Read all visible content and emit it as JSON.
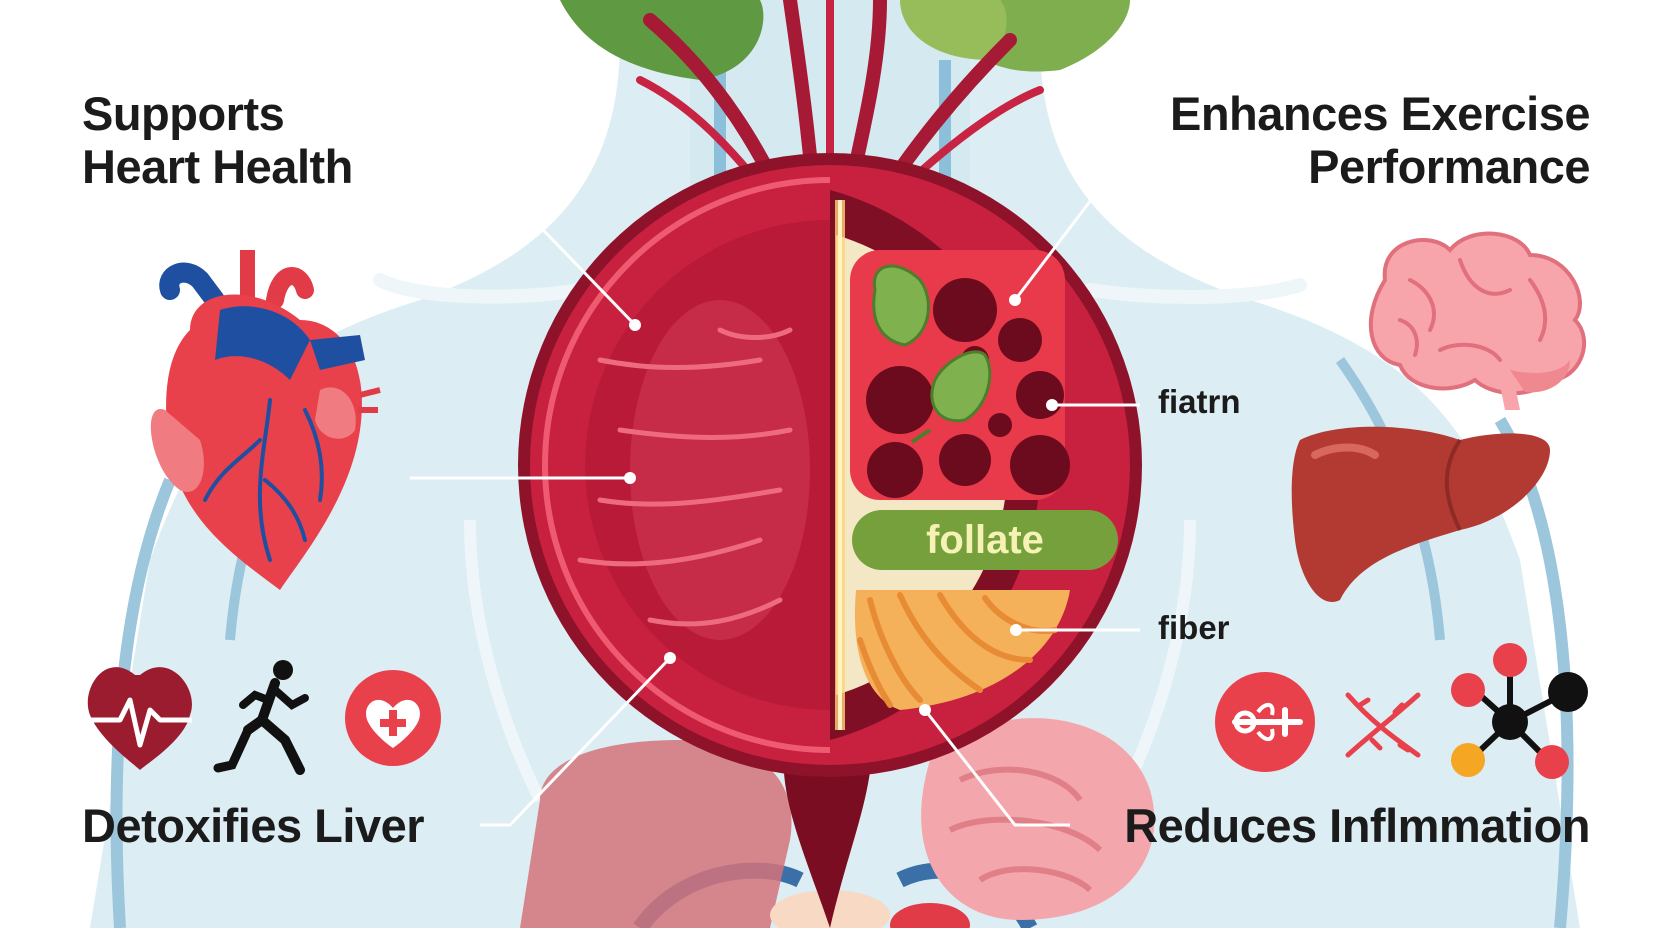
{
  "labels": {
    "heart": [
      "Supports",
      "Heart Health"
    ],
    "exercise": [
      "Enhances Exercise",
      "Performance"
    ],
    "liver": "Detoxifies Liver",
    "inflammation": "Reduces Inflmmation",
    "nutrient_top": "fiatrn",
    "nutrient_mid": "follate",
    "nutrient_bottom": "fiber"
  },
  "colors": {
    "beet_red": "#c8203f",
    "beet_dark": "#7a0d22",
    "leaf_green": "#6aa23e",
    "body_blue": "#d7ecf2",
    "vessel_blue": "#8cbfd9",
    "heart_red": "#e8414b",
    "heart_blue": "#1f4fa0",
    "liver_brown": "#b23a32",
    "text_dark": "#1b1b1b"
  },
  "icons": [
    "heart-organ-icon",
    "brain-icon",
    "liver-icon",
    "heartbeat-icon",
    "runner-icon",
    "health-cross-icon",
    "circulation-icon",
    "dna-icon",
    "molecule-icon"
  ]
}
